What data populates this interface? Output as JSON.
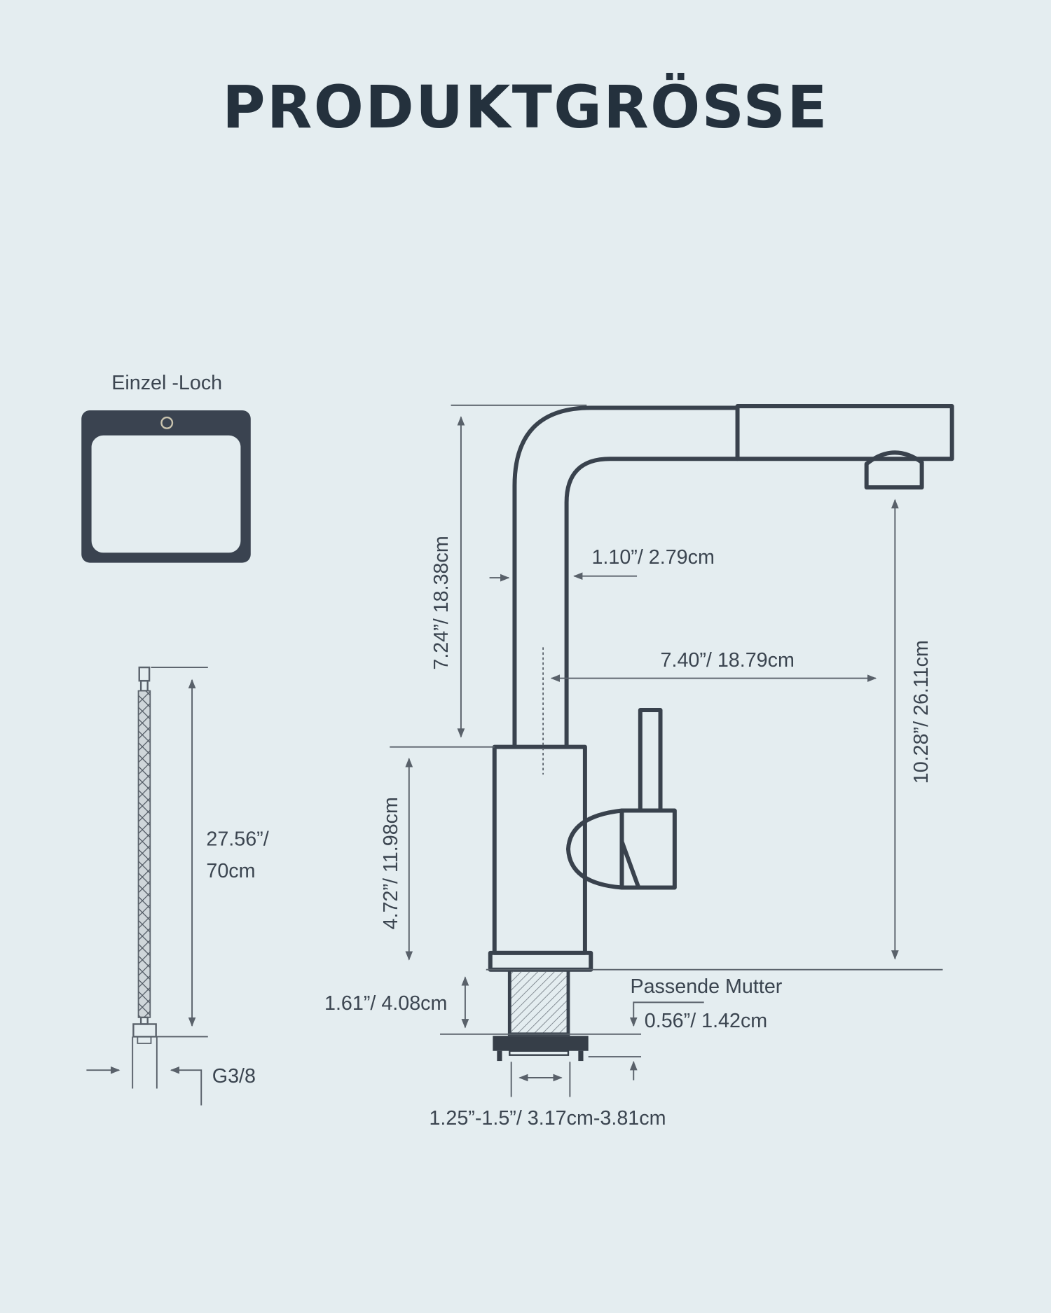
{
  "title": "PRODUKTGRÖSSE",
  "sink": {
    "label": "Einzel -Loch"
  },
  "hose": {
    "length": [
      "27.56”/",
      "70cm"
    ],
    "thread": "G3/8"
  },
  "faucet": {
    "spout_height": "7.24”/ 18.38cm",
    "spout_diameter": "1.10”/ 2.79cm",
    "reach": "7.40”/ 18.79cm",
    "total_height": "10.28”/ 26.11cm",
    "body_height": "4.72”/ 11.98cm",
    "shank_length": "1.61”/ 4.08cm",
    "nut_label": "Passende Mutter",
    "nut_height": "0.56”/ 1.42cm",
    "hole_diameter": "1.25”-1.5”/ 3.17cm-3.81cm"
  },
  "colors": {
    "background": "#e4edf0",
    "line": "#39424d",
    "text": "#3b4550"
  }
}
